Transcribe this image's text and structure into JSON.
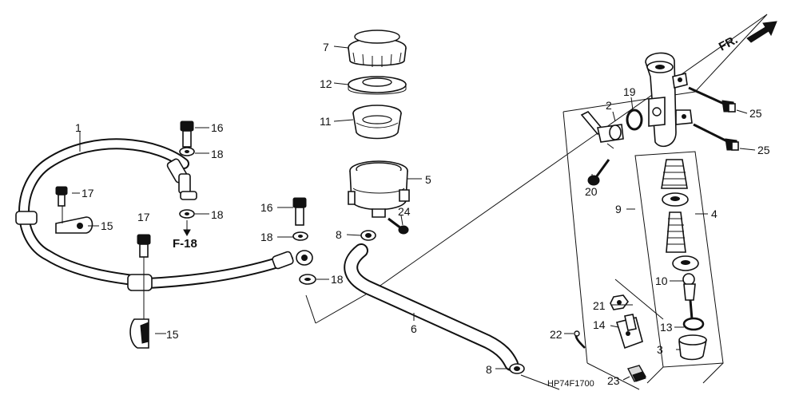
{
  "diagram": {
    "code": "HP74F1700",
    "direction_label": "FR.",
    "reference_label": "F-18",
    "callouts": {
      "c1": "1",
      "c2": "2",
      "c3": "3",
      "c4": "4",
      "c5": "5",
      "c6": "6",
      "c7": "7",
      "c8a": "8",
      "c8b": "8",
      "c9": "9",
      "c10": "10",
      "c11": "11",
      "c12": "12",
      "c13": "13",
      "c14": "14",
      "c15a": "15",
      "c15b": "15",
      "c16a": "16",
      "c16b": "16",
      "c17a": "17",
      "c17b": "17",
      "c18a": "18",
      "c18b": "18",
      "c18c": "18",
      "c18d": "18",
      "c19": "19",
      "c20": "20",
      "c21": "21",
      "c22": "22",
      "c23": "23",
      "c24": "24",
      "c25a": "25",
      "c25b": "25"
    }
  }
}
